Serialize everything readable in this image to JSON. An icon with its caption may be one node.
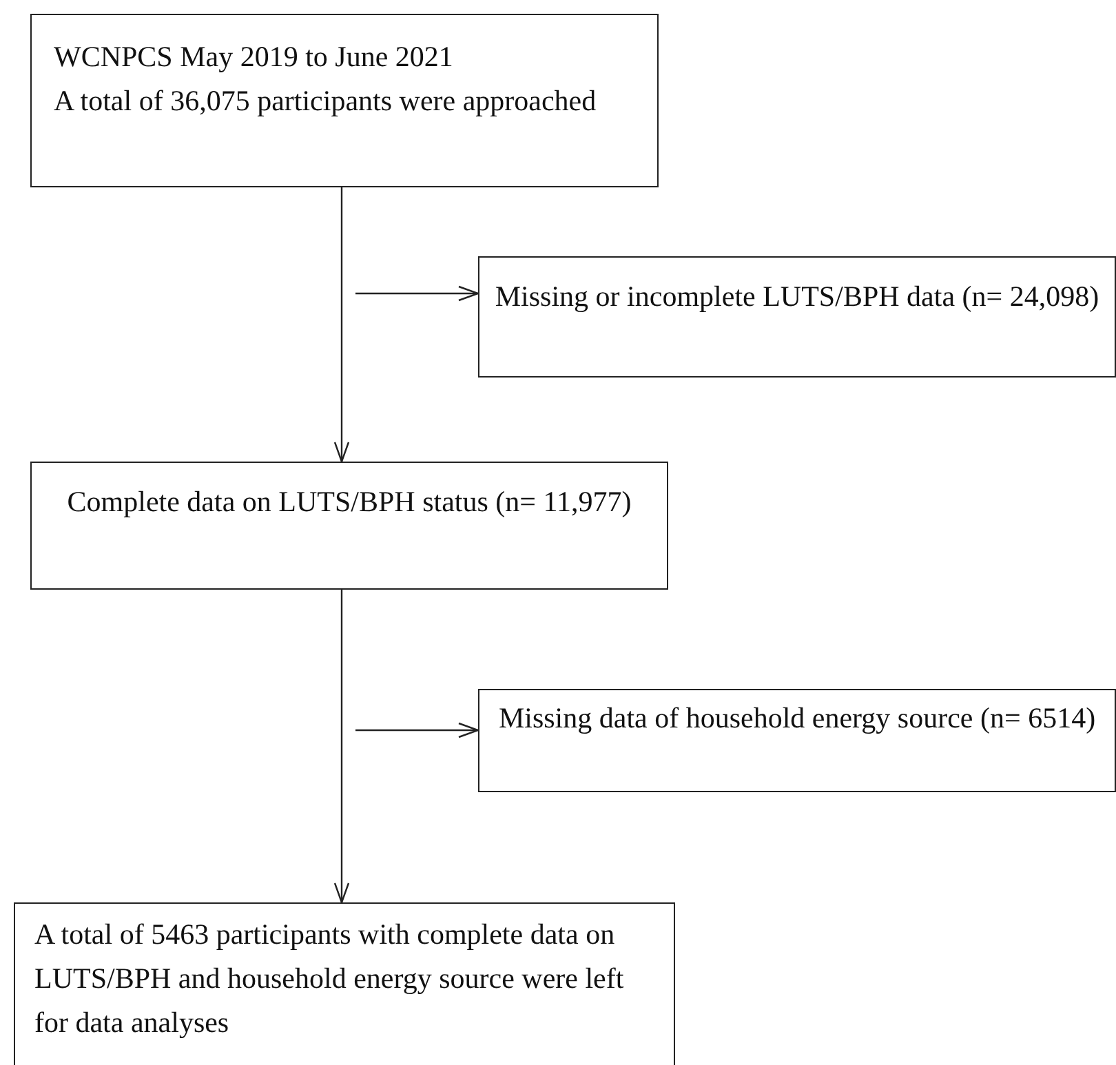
{
  "diagram": {
    "nodes": [
      {
        "text": [
          "WCNPCS May 2019 to June 2021",
          "A total of 36,075 participants were approached"
        ]
      },
      {
        "text": [
          "Missing or incomplete LUTS/BPH data (n= 24,098)"
        ]
      },
      {
        "text": [
          "Complete data on LUTS/BPH status (n= 11,977)"
        ]
      },
      {
        "text": [
          "Missing data of household energy source (n= 6514)"
        ]
      },
      {
        "text": [
          "A total of 5463 participants with complete data on LUTS/BPH and household energy source were left for data analyses"
        ]
      }
    ],
    "edges": [
      {
        "from": 0,
        "to": 2,
        "arrow": "to"
      },
      {
        "from": null,
        "to": 1,
        "arrow": "to"
      },
      {
        "from": 2,
        "to": 4,
        "arrow": "to"
      },
      {
        "from": null,
        "to": 3,
        "arrow": "to"
      }
    ]
  }
}
